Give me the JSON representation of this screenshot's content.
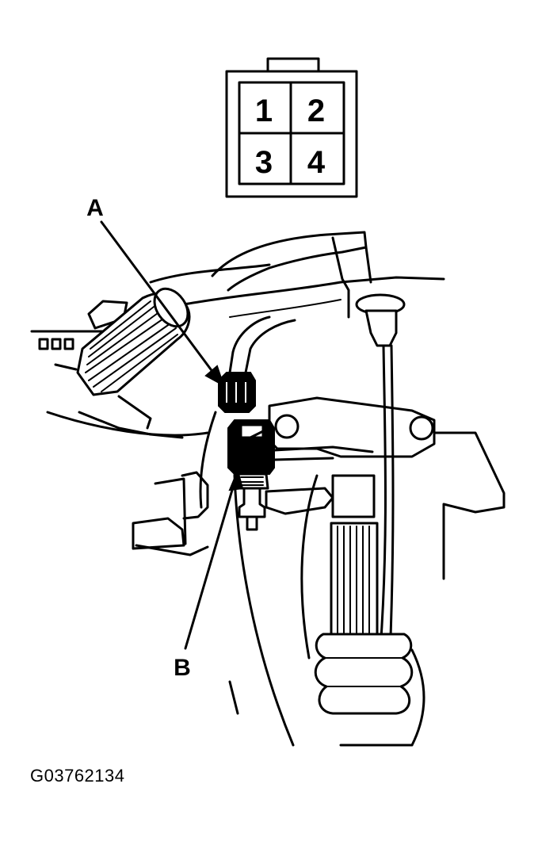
{
  "connector": {
    "pins": [
      "1",
      "2",
      "3",
      "4"
    ]
  },
  "callouts": {
    "a": "A",
    "b": "B"
  },
  "figure_id": "G03762134",
  "colors": {
    "line": "#000000",
    "background": "#ffffff"
  }
}
